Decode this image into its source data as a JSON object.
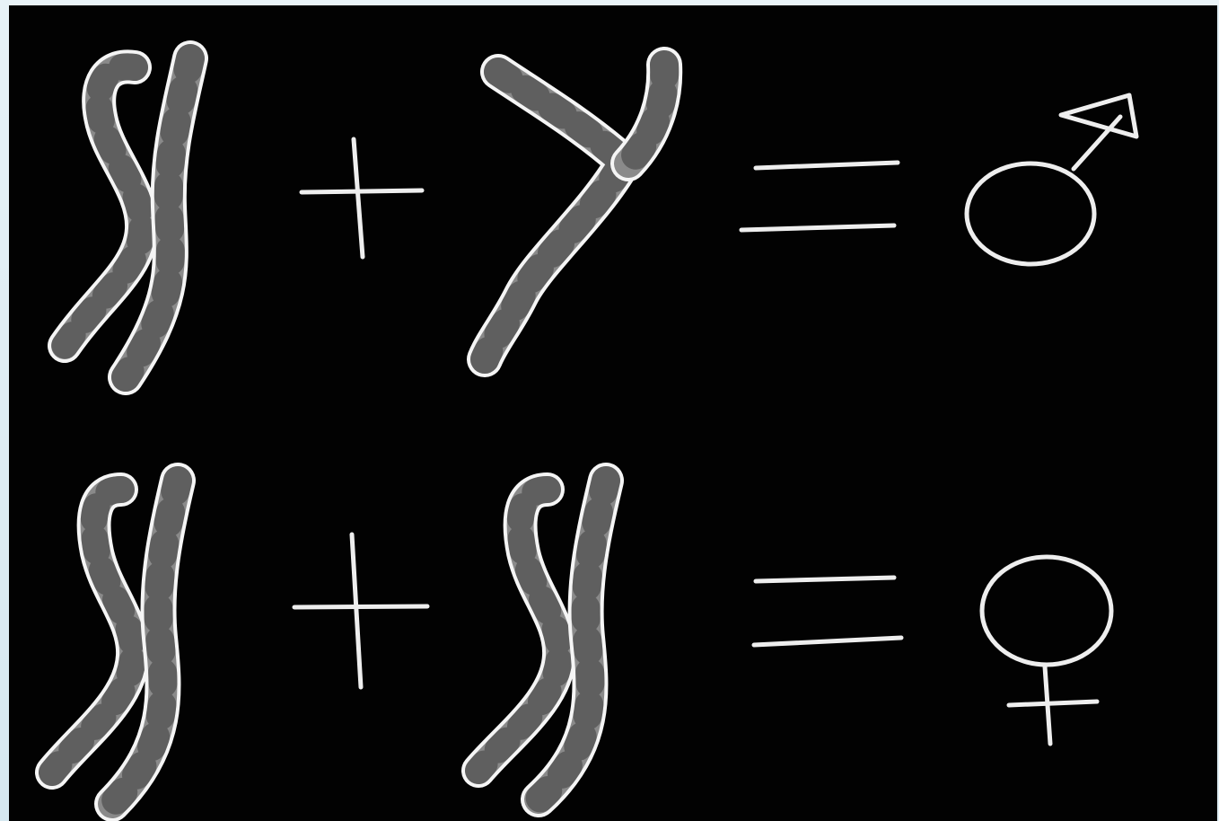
{
  "image": {
    "background_color": "#020202",
    "frame_color": "#dfeef4",
    "stroke_color": "#f2f2f2",
    "chromosome_fill": "#8e8e8e"
  },
  "rows": [
    {
      "left_chromosome": "X",
      "operator_1": "plus-sign",
      "right_chromosome": "Y",
      "operator_2": "equals-sign",
      "result_symbol": "male-symbol"
    },
    {
      "left_chromosome": "X",
      "operator_1": "plus-sign",
      "right_chromosome": "X",
      "operator_2": "equals-sign",
      "result_symbol": "female-symbol"
    }
  ]
}
